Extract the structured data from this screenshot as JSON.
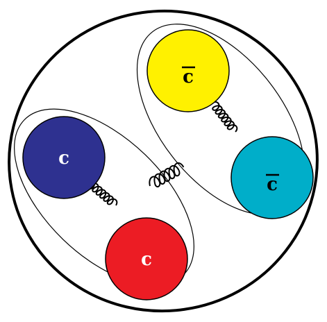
{
  "diagram": {
    "particles": [
      {
        "id": "quark-top",
        "label": "c",
        "bar": false,
        "color": "#2e3190"
      },
      {
        "id": "quark-bottom",
        "label": "c",
        "bar": false,
        "color": "#ec1c24"
      },
      {
        "id": "antiquark-top",
        "label": "c",
        "bar": true,
        "color": "#fff100"
      },
      {
        "id": "antiquark-bottom",
        "label": "c",
        "bar": true,
        "color": "#00aec9"
      }
    ],
    "colors": {
      "outline": "#000000",
      "background": "#ffffff"
    }
  }
}
